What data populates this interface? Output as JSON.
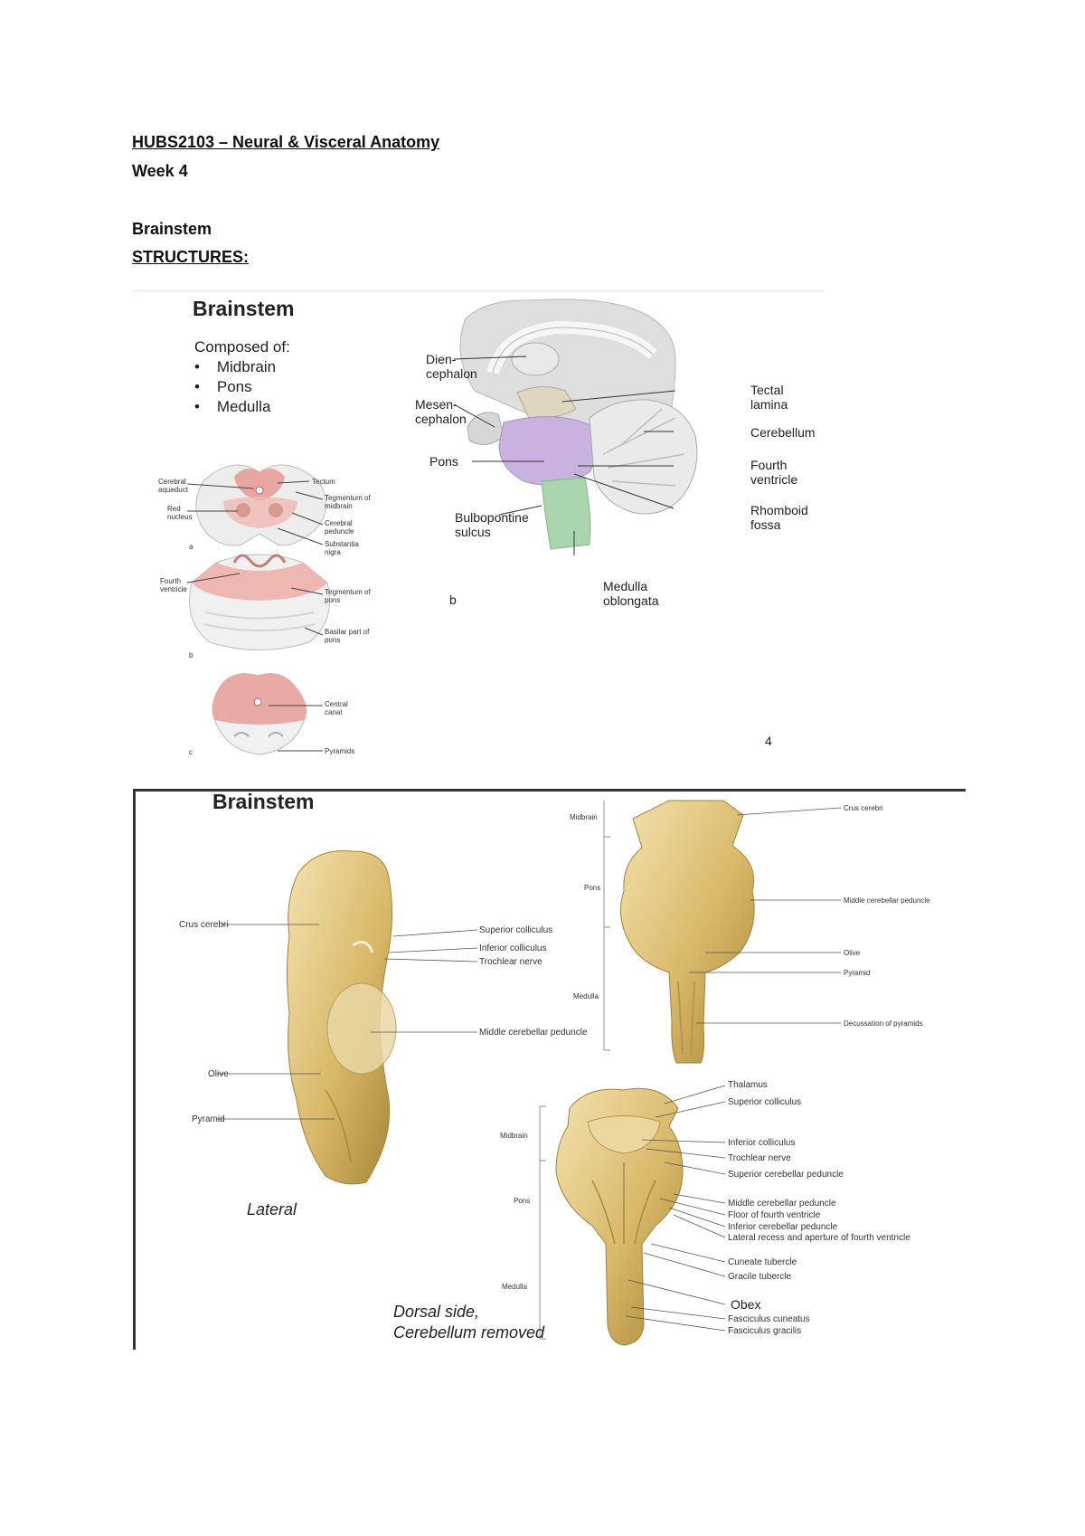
{
  "header": {
    "course": "HUBS2103 – Neural & Visceral Anatomy",
    "week": "Week 4",
    "topic": "Brainstem",
    "section": "STRUCTURES:"
  },
  "slide1": {
    "title": "Brainstem",
    "composed": "Composed of:",
    "parts": [
      "Midbrain",
      "Pons",
      "Medulla"
    ],
    "sections": {
      "a": {
        "tag": "a",
        "labels": [
          "Cerebral aqueduct",
          "Red nucleus",
          "Tectum",
          "Tegmentum of midbrain",
          "Cerebral peduncle",
          "Substantia nigra"
        ]
      },
      "b": {
        "tag": "b",
        "labels": [
          "Fourth ventricle",
          "Tegmentum of pons",
          "Basilar part of pons"
        ]
      },
      "c": {
        "tag": "c",
        "labels": [
          "Central canal",
          "Pyramids"
        ]
      }
    },
    "sagittal": {
      "tag": "b",
      "labels": {
        "dien": "Dien- cephalon",
        "mesen": "Mesen- cephalon",
        "pons": "Pons",
        "bulbo": "Bulbopontine sulcus",
        "medulla": "Medulla oblongata",
        "tectal": "Tectal lamina",
        "cerebellum": "Cerebellum",
        "fourth": "Fourth ventricle",
        "rhomboid": "Rhomboid fossa"
      }
    },
    "page_number": "4"
  },
  "slide2": {
    "title": "Brainstem",
    "lateral": {
      "caption": "Lateral",
      "labels": {
        "crus": "Crus cerebri",
        "olive": "Olive",
        "pyramid": "Pyramid",
        "sup_coll": "Superior colliculus",
        "inf_coll": "Inferior colliculus",
        "trochlear": "Trochlear nerve",
        "mcp": "Middle cerebellar peduncle"
      }
    },
    "ventral": {
      "regions": [
        "Midbrain",
        "Pons",
        "Medulla"
      ],
      "labels": {
        "crus": "Crus cerebri",
        "mcp": "Middle cerebellar peduncle",
        "olive": "Olive",
        "pyramid": "Pyramid",
        "decussation": "Decussation of pyramids"
      }
    },
    "dorsal": {
      "caption": [
        "Dorsal side,",
        "Cerebellum removed"
      ],
      "regions": [
        "Midbrain",
        "Pons",
        "Medulla"
      ],
      "labels": [
        "Thalamus",
        "Superior colliculus",
        "Inferior colliculus",
        "Trochlear nerve",
        "Superior cerebellar peduncle",
        "Middle cerebellar peduncle",
        "Floor of fourth ventricle",
        "Inferior cerebellar peduncle",
        "Lateral recess and aperture of fourth ventricle",
        "Cuneate tubercle",
        "Gracile tubercle",
        "Obex",
        "Fasciculus cuneatus",
        "Fasciculus gracilis"
      ]
    }
  }
}
